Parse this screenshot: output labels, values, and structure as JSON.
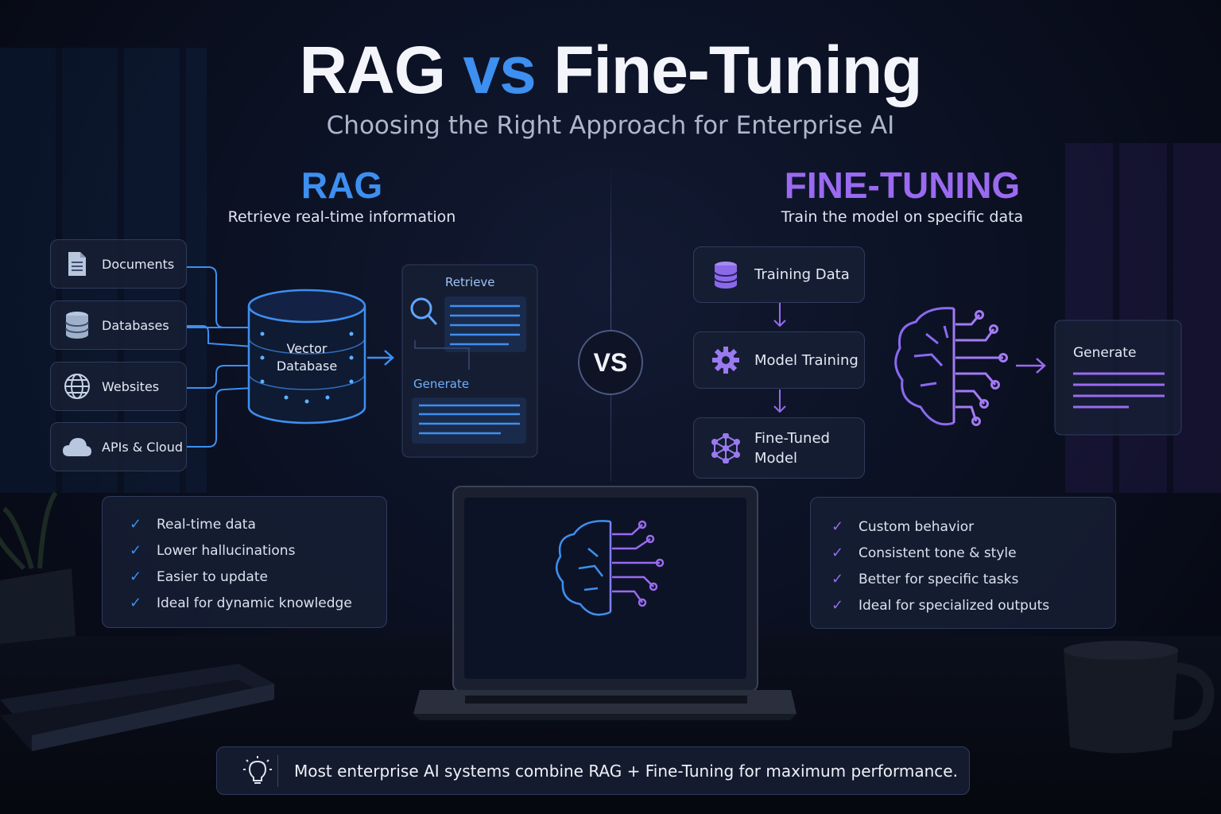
{
  "title_parts": {
    "a": "RAG",
    "vs": "vs",
    "b": "Fine-Tuning"
  },
  "subtitle": "Choosing the Right Approach for Enterprise AI",
  "rag": {
    "title": "RAG",
    "subtitle": "Retrieve real-time information",
    "sources": [
      {
        "label": "Documents",
        "icon": "document-icon"
      },
      {
        "label": "Databases",
        "icon": "database-icon"
      },
      {
        "label": "Websites",
        "icon": "globe-icon"
      },
      {
        "label": "APIs & Cloud",
        "icon": "cloud-icon"
      }
    ],
    "vector_db": {
      "line1": "Vector",
      "line2": "Database"
    },
    "retrieve_label": "Retrieve",
    "generate_label": "Generate",
    "benefits": [
      "Real-time data",
      "Lower hallucinations",
      "Easier to update",
      "Ideal for dynamic knowledge"
    ]
  },
  "vs_label": "VS",
  "fine_tuning": {
    "title": "FINE-TUNING",
    "subtitle": "Train the model on specific data",
    "steps": [
      {
        "label": "Training Data",
        "icon": "database-icon"
      },
      {
        "label": "Model Training",
        "icon": "gear-icon"
      },
      {
        "label": "Fine-Tuned Model",
        "line1": "Fine-Tuned",
        "line2": "Model",
        "icon": "network-icon"
      }
    ],
    "generate_label": "Generate",
    "benefits": [
      "Custom behavior",
      "Consistent tone & style",
      "Better for specific tasks",
      "Ideal for specialized outputs"
    ]
  },
  "bottom_note": "Most enterprise AI systems combine RAG + Fine-Tuning for maximum performance.",
  "colors": {
    "rag_accent": "#3d8ff0",
    "ft_accent": "#9a6af0",
    "background": "#0a0f1f"
  }
}
